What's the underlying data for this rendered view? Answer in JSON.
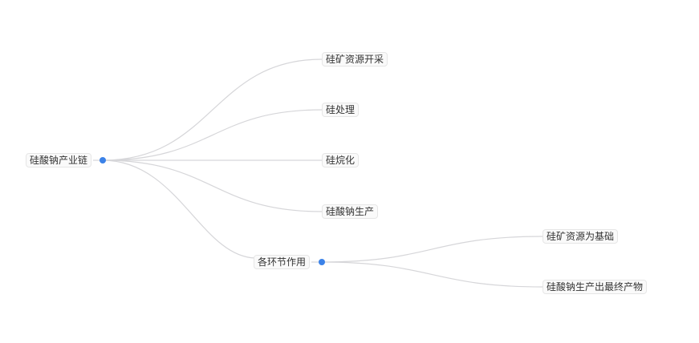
{
  "diagram": {
    "type": "mindmap",
    "colors": {
      "link": "#d6d6d9",
      "collapse_dot": "#3b82e8",
      "node_background": "#fafafa",
      "node_border": "#e6e6e6",
      "text": "#333333"
    },
    "root": {
      "label": "硅酸钠产业链",
      "children": [
        {
          "label": "硅矿资源开采"
        },
        {
          "label": "硅处理"
        },
        {
          "label": "硅烷化"
        },
        {
          "label": "硅酸钠生产"
        },
        {
          "label": "各环节作用",
          "children": [
            {
              "label": "硅矿资源为基础"
            },
            {
              "label": "硅酸钠生产出最终产物"
            }
          ]
        }
      ]
    }
  }
}
